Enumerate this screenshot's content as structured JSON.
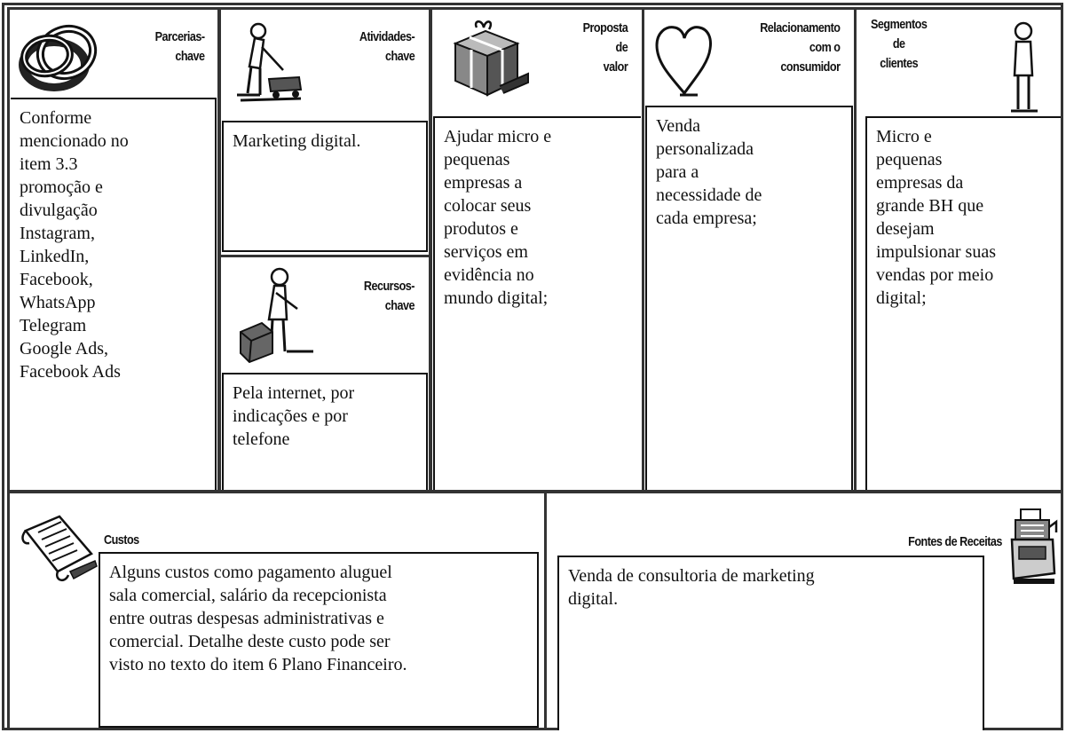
{
  "canvas": {
    "key_partners": {
      "title_lines": [
        "Parcerias-",
        "chave"
      ],
      "icon": "interlocked-rings-icon",
      "text": "Conforme\nmencionado no\nitem 3.3\npromoção e\ndivulgação\nInstagram,\nLinkedIn,\nFacebook,\nWhatsApp\nTelegram\nGoogle Ads,\nFacebook Ads"
    },
    "key_activities": {
      "title_lines": [
        "Atividades-",
        "chave"
      ],
      "icon": "person-with-cart-icon",
      "text": "Marketing digital."
    },
    "key_resources": {
      "title_lines": [
        "Recursos-",
        "chave"
      ],
      "icon": "person-with-boxes-icon",
      "text": "Pela internet, por\nindicações e por\ntelefone"
    },
    "value_proposition": {
      "title_lines": [
        "Proposta",
        "de",
        "valor"
      ],
      "icon": "gift-package-icon",
      "text": "Ajudar micro e\npequenas\nempresas a\ncolocar seus\nprodutos e\nserviços em\nevidência no\nmundo digital;"
    },
    "customer_relationships": {
      "title_lines": [
        "Relacionamento",
        "com o",
        "consumidor"
      ],
      "icon": "heart-icon",
      "text": "Venda\npersonalizada\npara a\nnecessidade de\ncada empresa;"
    },
    "customer_segments": {
      "title_lines": [
        "Segmentos",
        "de",
        "clientes"
      ],
      "icon": "standing-person-icon",
      "text": "Micro e\npequenas\nempresas da\ngrande BH que\ndesejam\nimpulsionar suas\nvendas por meio\ndigital;"
    },
    "cost_structure": {
      "title": "Custos",
      "icon": "receipt-scroll-icon",
      "text": "Alguns custos como pagamento aluguel\nsala comercial, salário da recepcionista\nentre outras despesas administrativas e\ncomercial. Detalhe deste custo pode ser\nvisto no texto do item 6 Plano Financeiro."
    },
    "revenue_streams": {
      "title": "Fontes de Receitas",
      "icon": "cash-register-icon",
      "text": "Venda de consultoria de marketing\ndigital."
    }
  }
}
